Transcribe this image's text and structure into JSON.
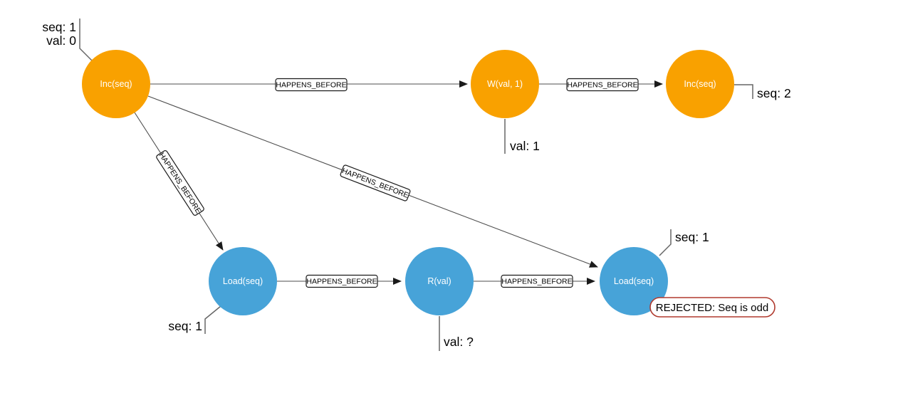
{
  "diagram": {
    "nodes": [
      {
        "id": "inc-seq-1",
        "label": "Inc(seq)",
        "type": "writer"
      },
      {
        "id": "w-val-1",
        "label": "W(val, 1)",
        "type": "writer"
      },
      {
        "id": "inc-seq-2",
        "label": "Inc(seq)",
        "type": "writer"
      },
      {
        "id": "load-seq-1",
        "label": "Load(seq)",
        "type": "reader"
      },
      {
        "id": "r-val",
        "label": "R(val)",
        "type": "reader"
      },
      {
        "id": "load-seq-2",
        "label": "Load(seq)",
        "type": "reader"
      }
    ],
    "edges": [
      {
        "from": "inc-seq-1",
        "to": "w-val-1",
        "label": "HAPPENS_BEFORE"
      },
      {
        "from": "w-val-1",
        "to": "inc-seq-2",
        "label": "HAPPENS_BEFORE"
      },
      {
        "from": "inc-seq-1",
        "to": "load-seq-1",
        "label": "HAPPENS_BEFORE"
      },
      {
        "from": "inc-seq-1",
        "to": "load-seq-2",
        "label": "HAPPENS_BEFORE"
      },
      {
        "from": "load-seq-1",
        "to": "r-val",
        "label": "HAPPENS_BEFORE"
      },
      {
        "from": "r-val",
        "to": "load-seq-2",
        "label": "HAPPENS_BEFORE"
      }
    ],
    "annotations": {
      "initial_state_line1": "seq: 1",
      "initial_state_line2": "val: 0",
      "w_val_result": "val: 1",
      "inc_seq_2_result": "seq: 2",
      "load_seq_1_result": "seq: 1",
      "r_val_result": "val: ?",
      "load_seq_2_result": "seq: 1"
    },
    "status": {
      "rejected_label": "REJECTED: Seq is odd"
    },
    "colors": {
      "writer_node_fill": "#f9a100",
      "reader_node_fill": "#47a3d8",
      "node_label_text": "#ffffff",
      "edge_line": "#4d4d4d",
      "annotation_connector": "#666666",
      "rejected_border": "#b03a2e",
      "background": "#ffffff"
    }
  }
}
